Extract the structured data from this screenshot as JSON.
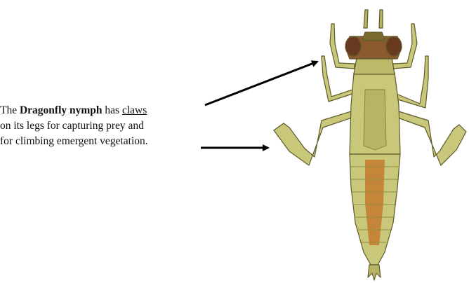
{
  "caption": {
    "line1": {
      "before": "The ",
      "bold": "Dragonfly nymph",
      "middle": " has ",
      "underlined": "claws"
    },
    "line2": "on its legs for capturing prey and",
    "line3": "for climbing emergent vegetation."
  },
  "icons": {
    "subject": "dragonfly-nymph-illustration",
    "pointer": "arrow-icon"
  },
  "colors": {
    "text": "#111111",
    "arrow": "#000000",
    "body": "#c9c77a",
    "body_dark": "#8f8d3f",
    "head": "#7a4a2a",
    "abdomen_band": "#c67a2e",
    "outline": "#5d5a2a"
  }
}
